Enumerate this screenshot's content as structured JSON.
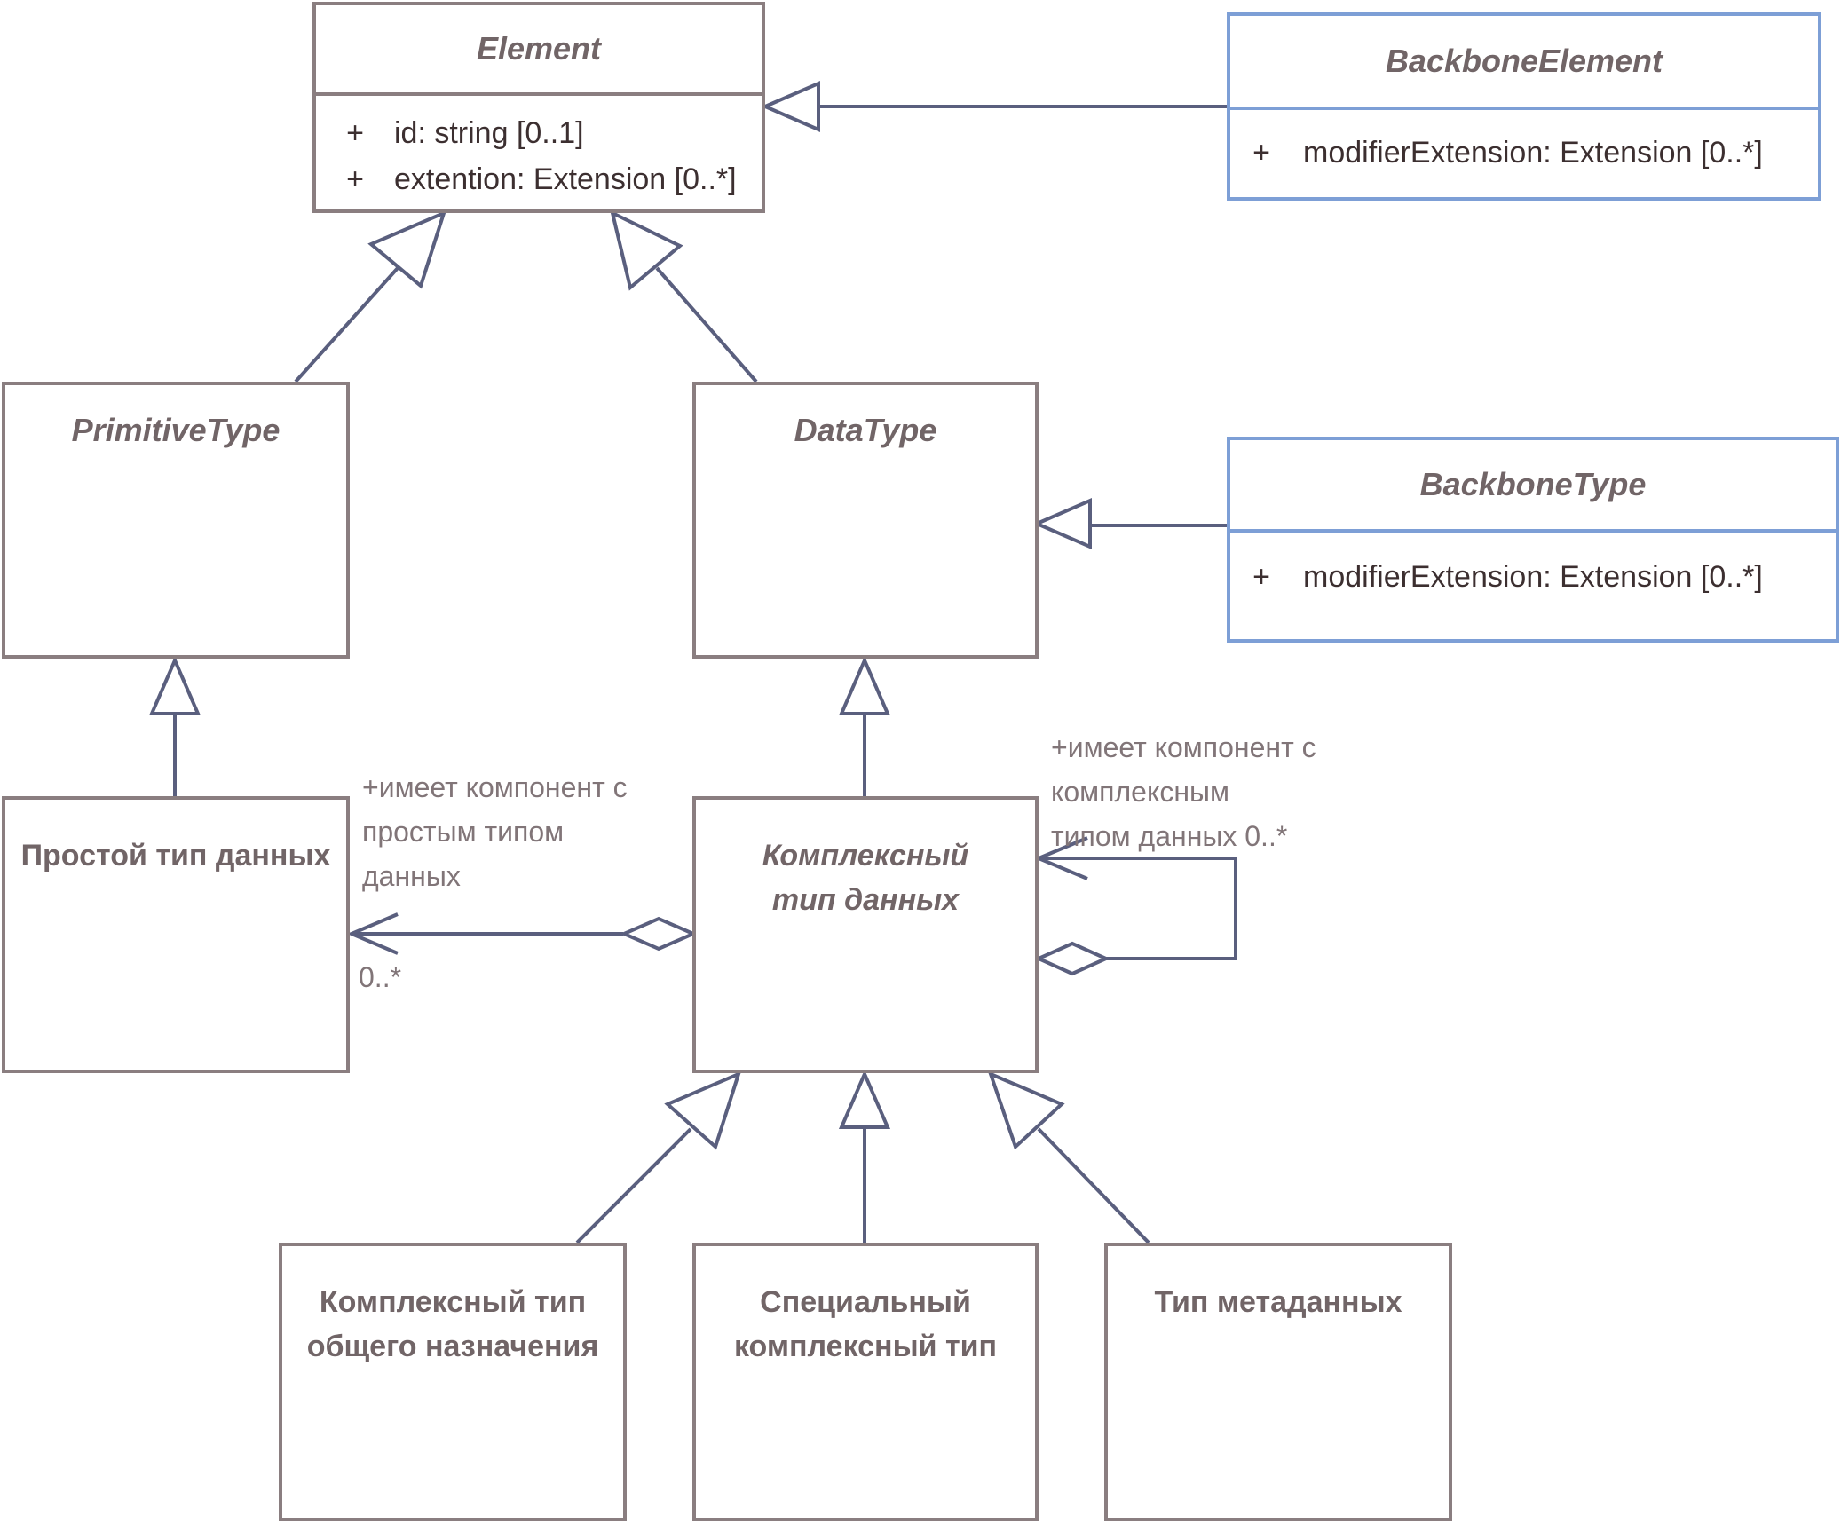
{
  "classes": {
    "element": {
      "name": "Element",
      "attrs": [
        {
          "vis": "+",
          "text": "id: string [0..1]"
        },
        {
          "vis": "+",
          "text": "extention: Extension [0..*]"
        }
      ]
    },
    "backbone_element": {
      "name": "BackboneElement",
      "attrs": [
        {
          "vis": "+",
          "text": "modifierExtension: Extension [0..*]"
        }
      ]
    },
    "backbone_type": {
      "name": "BackboneType",
      "attrs": [
        {
          "vis": "+",
          "text": "modifierExtension: Extension [0..*]"
        }
      ]
    },
    "primitive_type": {
      "name": "PrimitiveType"
    },
    "data_type": {
      "name": "DataType"
    },
    "simple_type": {
      "name": "Простой тип данных"
    },
    "complex_type": {
      "name": "Комплексный тип данных"
    },
    "general_complex": {
      "name": "Комплексный тип общего назначения"
    },
    "special_complex": {
      "name": "Специальный комплексный тип"
    },
    "metadata_type": {
      "name": "Тип метаданных"
    }
  },
  "associations": {
    "simple": {
      "label": "+имеет компонент с\nпростым типом\nданных",
      "multiplicity": "0..*"
    },
    "self": {
      "label": "+имеет компонент с\nкомплексным\nтипом данных 0..*"
    }
  },
  "colors": {
    "box_border": "#8a7e80",
    "blue_border": "#7d9fd6",
    "edge": "#5a5f7e",
    "text": "#716567"
  }
}
